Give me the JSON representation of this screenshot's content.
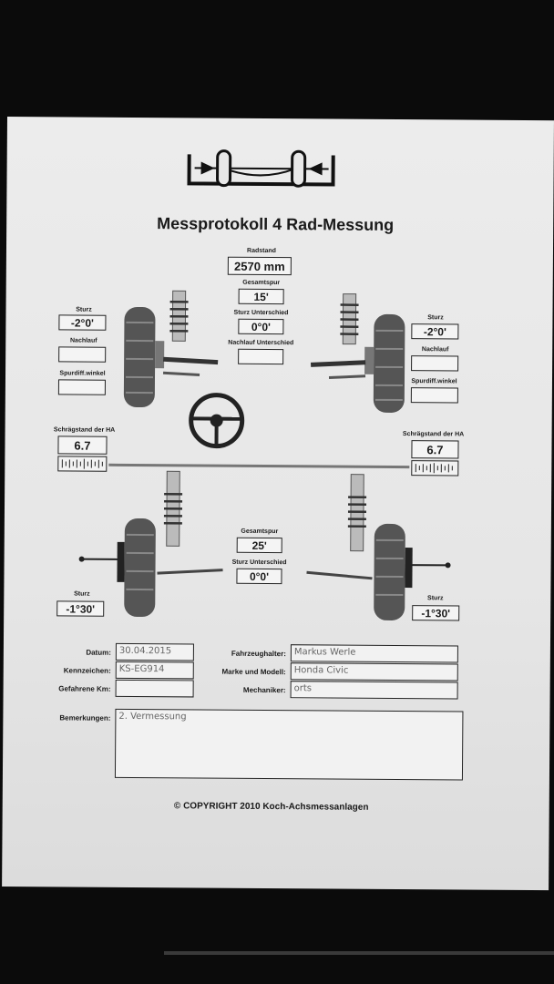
{
  "title": "Messprotokoll 4 Rad-Messung",
  "front": {
    "radstand_label": "Radstand",
    "radstand_value": "2570 mm",
    "gesamtspur_label": "Gesamtspur",
    "gesamtspur_value": "15'",
    "sturz_unterschied_label": "Sturz Unterschied",
    "sturz_unterschied_value": "0°0'",
    "nachlauf_unterschied_label": "Nachlauf Unterschied",
    "nachlauf_unterschied_value": "",
    "left": {
      "sturz_label": "Sturz",
      "sturz_value": "-2°0'",
      "nachlauf_label": "Nachlauf",
      "nachlauf_value": "",
      "spurdiff_label": "Spurdiff.winkel",
      "spurdiff_value": ""
    },
    "right": {
      "sturz_label": "Sturz",
      "sturz_value": "-2°0'",
      "nachlauf_label": "Nachlauf",
      "nachlauf_value": "",
      "spurdiff_label": "Spurdiff.winkel",
      "spurdiff_value": ""
    }
  },
  "mid": {
    "left_label": "Schrägstand der HA",
    "left_value": "6.7",
    "right_label": "Schrägstand der HA",
    "right_value": "6.7"
  },
  "rear": {
    "gesamtspur_label": "Gesamtspur",
    "gesamtspur_value": "25'",
    "sturz_unterschied_label": "Sturz Unterschied",
    "sturz_unterschied_value": "0°0'",
    "left": {
      "sturz_label": "Sturz",
      "sturz_value": "-1°30'"
    },
    "right": {
      "sturz_label": "Sturz",
      "sturz_value": "-1°30'"
    }
  },
  "form": {
    "datum_label": "Datum:",
    "datum_value": "30.04.2015",
    "kennzeichen_label": "Kennzeichen:",
    "kennzeichen_value": "KS-EG914",
    "km_label": "Gefahrene Km:",
    "km_value": "",
    "halter_label": "Fahrzeughalter:",
    "halter_value": "Markus Werle",
    "marke_label": "Marke und Modell:",
    "marke_value": "Honda Civic",
    "mechaniker_label": "Mechaniker:",
    "mechaniker_value": "orts",
    "bemerkungen_label": "Bemerkungen:",
    "bemerkungen_value": "2. Vermessung"
  },
  "copyright": "© COPYRIGHT 2010 Koch-Achsmessanlagen"
}
